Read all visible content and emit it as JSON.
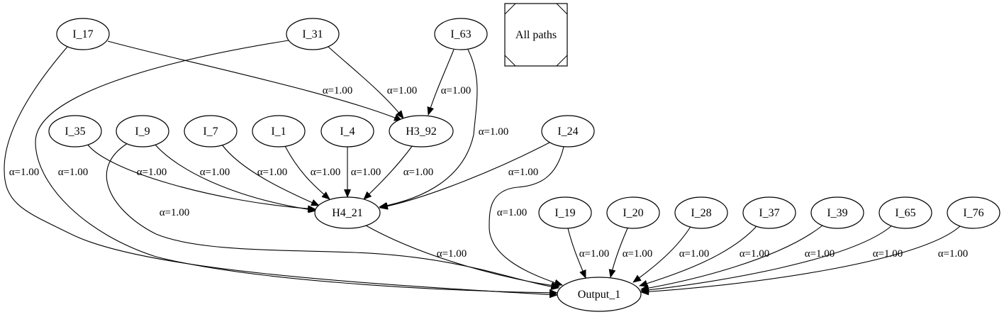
{
  "graph": {
    "nodes": [
      {
        "id": "I_17",
        "label": "I_17"
      },
      {
        "id": "I_31",
        "label": "I_31"
      },
      {
        "id": "I_63",
        "label": "I_63"
      },
      {
        "id": "I_35",
        "label": "I_35"
      },
      {
        "id": "I_9",
        "label": "I_9"
      },
      {
        "id": "I_7",
        "label": "I_7"
      },
      {
        "id": "I_1",
        "label": "I_1"
      },
      {
        "id": "I_4",
        "label": "I_4"
      },
      {
        "id": "H3_92",
        "label": "H3_92"
      },
      {
        "id": "I_24",
        "label": "I_24"
      },
      {
        "id": "H4_21",
        "label": "H4_21"
      },
      {
        "id": "I_19",
        "label": "I_19"
      },
      {
        "id": "I_20",
        "label": "I_20"
      },
      {
        "id": "I_28",
        "label": "I_28"
      },
      {
        "id": "I_37",
        "label": "I_37"
      },
      {
        "id": "I_39",
        "label": "I_39"
      },
      {
        "id": "I_65",
        "label": "I_65"
      },
      {
        "id": "I_76",
        "label": "I_76"
      },
      {
        "id": "Output_1",
        "label": "Output_1"
      }
    ],
    "edges": [
      {
        "from": "I_17",
        "to": "H3_92",
        "label": "α=1.00"
      },
      {
        "from": "I_31",
        "to": "H3_92",
        "label": "α=1.00"
      },
      {
        "from": "I_63",
        "to": "H3_92",
        "label": "α=1.00"
      },
      {
        "from": "I_63",
        "to": "H4_21",
        "label": "α=1.00"
      },
      {
        "from": "I_35",
        "to": "H4_21",
        "label": "α=1.00"
      },
      {
        "from": "I_9",
        "to": "H4_21",
        "label": "α=1.00"
      },
      {
        "from": "I_7",
        "to": "H4_21",
        "label": "α=1.00"
      },
      {
        "from": "I_1",
        "to": "H4_21",
        "label": "α=1.00"
      },
      {
        "from": "I_4",
        "to": "H4_21",
        "label": "α=1.00"
      },
      {
        "from": "H3_92",
        "to": "H4_21",
        "label": "α=1.00"
      },
      {
        "from": "I_24",
        "to": "H4_21",
        "label": "α=1.00"
      },
      {
        "from": "I_17",
        "to": "Output_1",
        "label": "α=1.00"
      },
      {
        "from": "I_31",
        "to": "Output_1",
        "label": "α=1.00"
      },
      {
        "from": "I_9",
        "to": "Output_1",
        "label": "α=1.00"
      },
      {
        "from": "H4_21",
        "to": "Output_1",
        "label": "α=1.00"
      },
      {
        "from": "I_24",
        "to": "Output_1",
        "label": "α=1.00"
      },
      {
        "from": "I_19",
        "to": "Output_1",
        "label": "α=1.00"
      },
      {
        "from": "I_20",
        "to": "Output_1",
        "label": "α=1.00"
      },
      {
        "from": "I_28",
        "to": "Output_1",
        "label": "α=1.00"
      },
      {
        "from": "I_37",
        "to": "Output_1",
        "label": "α=1.00"
      },
      {
        "from": "I_39",
        "to": "Output_1",
        "label": "α=1.00"
      },
      {
        "from": "I_65",
        "to": "Output_1",
        "label": "α=1.00"
      },
      {
        "from": "I_76",
        "to": "Output_1",
        "label": "α=1.00"
      }
    ],
    "legend": {
      "label": "All paths"
    }
  }
}
